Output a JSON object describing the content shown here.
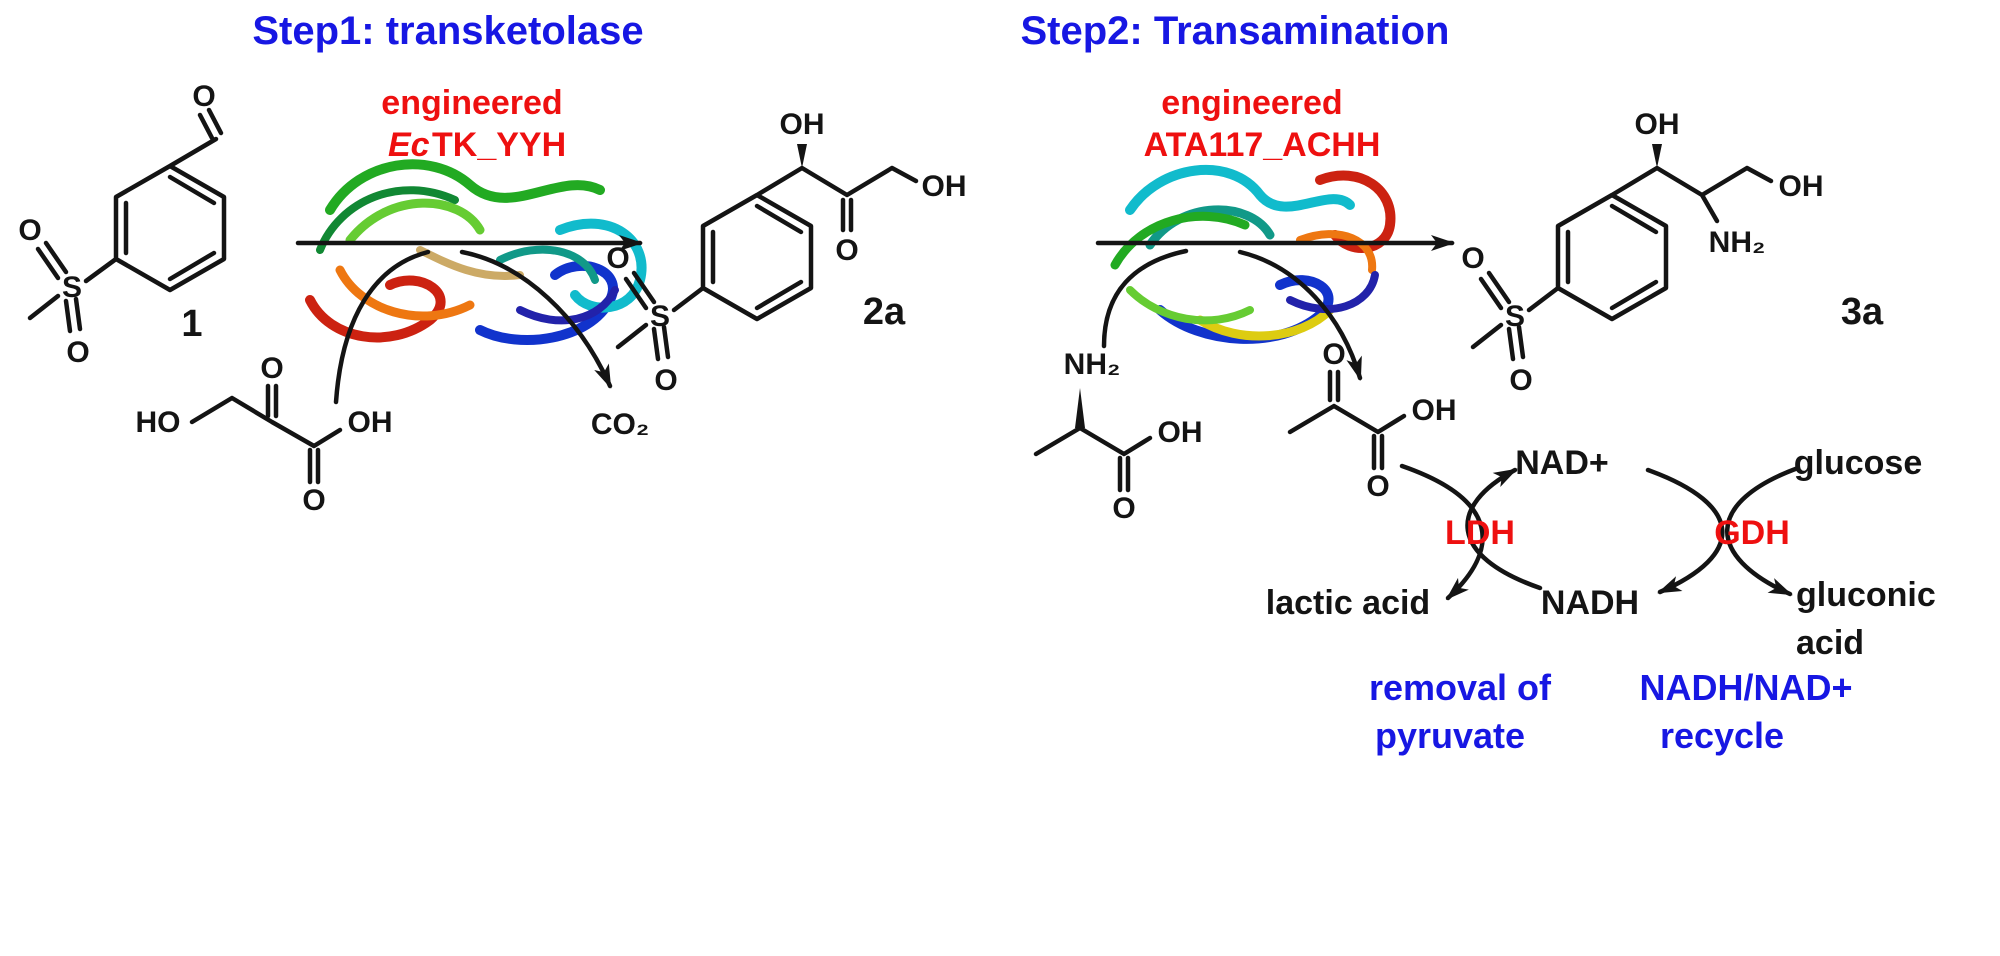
{
  "colors": {
    "blue": "#1717e3",
    "red": "#ee1010",
    "black": "#141414"
  },
  "step1": {
    "heading": "Step1: transketolase",
    "enzyme_line1": "engineered",
    "enzyme_italic": "Ec",
    "enzyme_rest": "TK_YYH",
    "substrate_label": "1",
    "product_label": "2a",
    "byproduct": "CO₂"
  },
  "step2": {
    "heading": "Step2: Transamination",
    "enzyme_line1": "engineered",
    "enzyme_name": "ATA117_ACHH",
    "product_label": "3a"
  },
  "atoms": {
    "O": "O",
    "S": "S",
    "HO": "HO",
    "OH": "OH",
    "NH2": "NH₂"
  },
  "cycle": {
    "nad_plus": "NAD+",
    "nadh": "NADH",
    "glucose": "glucose",
    "gluconic_line1": "gluconic",
    "gluconic_line2": "acid",
    "lactic_acid": "lactic acid",
    "ldh": "LDH",
    "gdh": "GDH"
  },
  "notes": {
    "removal_line1": "removal of",
    "removal_line2": "pyruvate",
    "recycle_line1": "NADH/NAD+",
    "recycle_line2": "recycle"
  }
}
